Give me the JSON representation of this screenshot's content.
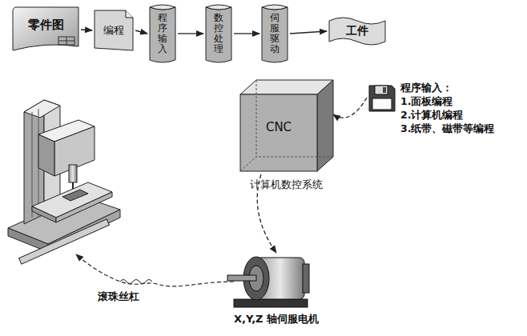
{
  "diagram": {
    "nodes": [
      {
        "text": [
          "零件图"
        ]
      },
      {
        "text": [
          "编程"
        ]
      },
      {
        "text": [
          "程序输入"
        ]
      },
      {
        "text": [
          "数控处理"
        ]
      },
      {
        "text": [
          "伺服驱动"
        ]
      },
      {
        "text": [
          "工件"
        ]
      },
      {
        "text": [
          "CNC",
          "计算机数控系统"
        ]
      },
      {
        "text": [
          "程序输入：",
          "1.面板编程",
          "2.计算机编程",
          "3.纸带、磁带等编程"
        ]
      },
      {
        "text": [
          "X,Y,Z 轴伺服电机"
        ]
      }
    ],
    "edges": [
      {
        "from": 0,
        "to": 1,
        "arrow": "to"
      },
      {
        "from": 1,
        "to": 2,
        "arrow": "to"
      },
      {
        "from": 2,
        "to": 3,
        "arrow": "to"
      },
      {
        "from": 3,
        "to": 4,
        "arrow": "to"
      },
      {
        "from": 4,
        "to": 5,
        "arrow": "to"
      },
      {
        "from": 7,
        "to": 6,
        "arrow": "to"
      },
      {
        "from": 6,
        "to": 8,
        "arrow": "to"
      }
    ],
    "labels": [
      "滚珠丝杠"
    ]
  }
}
